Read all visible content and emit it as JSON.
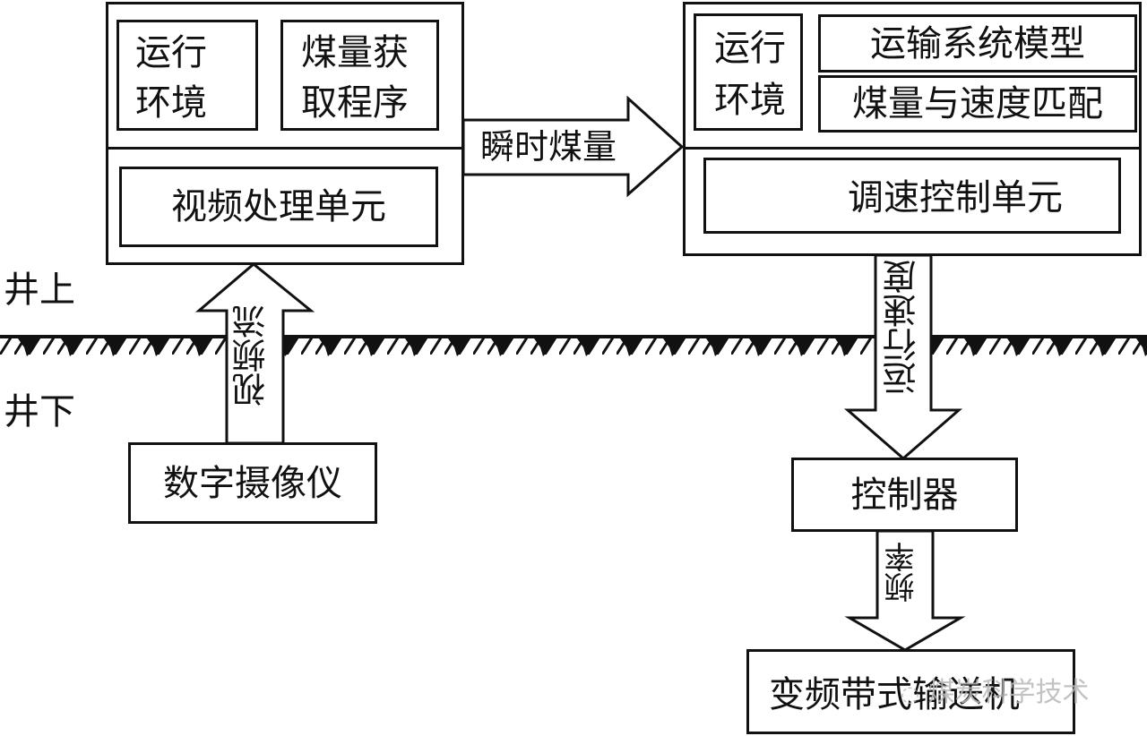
{
  "regions": {
    "above": "井上",
    "below": "井下"
  },
  "surface_computer": {
    "runtime_env": [
      "运行",
      "环境"
    ],
    "coal_program": [
      "煤量获",
      "取程序"
    ],
    "video_unit": "视频处理单元"
  },
  "control_computer": {
    "runtime_env": [
      "运行",
      "环境"
    ],
    "transport_model": "运输系统模型",
    "coal_speed_match": "煤量与速度匹配",
    "speed_control_unit": "调速控制单元"
  },
  "devices": {
    "camera": "数字摄像仪",
    "controller": "控制器",
    "conveyor": "变频带式输送机"
  },
  "arrows": {
    "instant_coal": "瞬时煤量",
    "video_stream": "视频流",
    "run_speed": "运行速度",
    "frequency": "频率"
  },
  "watermark": "煤炭科学技术"
}
